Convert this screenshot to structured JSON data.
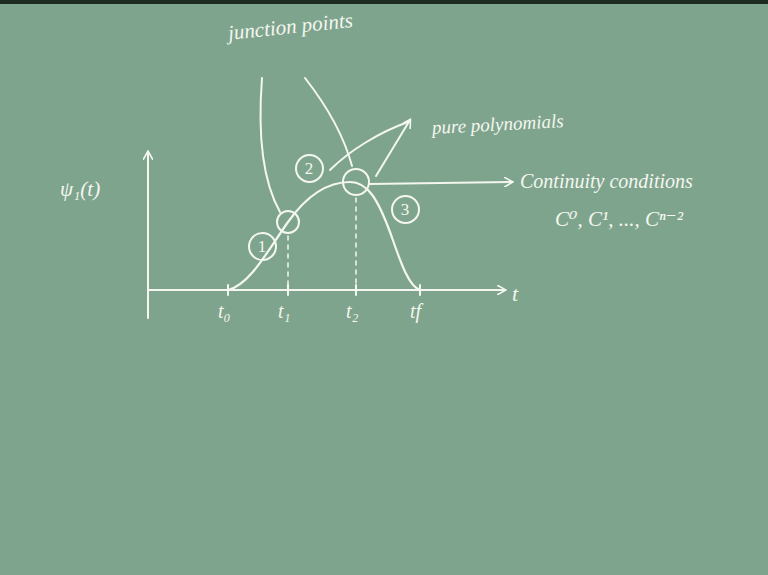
{
  "diagram": {
    "nodes": [
      {
        "text": [
          "1"
        ]
      },
      {
        "text": [
          "2"
        ]
      },
      {
        "text": [
          "3"
        ]
      }
    ],
    "labels": [
      "junction points",
      "pure polynomials",
      "Continuity conditions",
      "C⁰, C¹, ..., Cⁿ⁻²",
      "ψ₁(t)",
      "t₀",
      "t₁",
      "t₂",
      "tf",
      "t"
    ]
  }
}
